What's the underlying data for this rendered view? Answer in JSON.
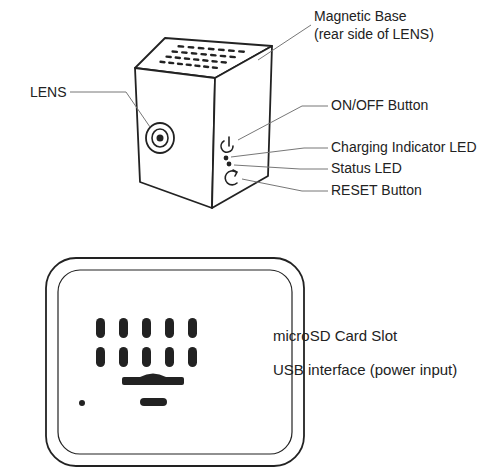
{
  "diagram": {
    "labels": [
      "Magnetic Base (rear side of LENS)",
      "LENS",
      "ON/OFF Button",
      "Charging Indicator LED",
      "Status LED",
      "RESET Button",
      "microSD Card Slot",
      "USB interface (power input)"
    ]
  }
}
